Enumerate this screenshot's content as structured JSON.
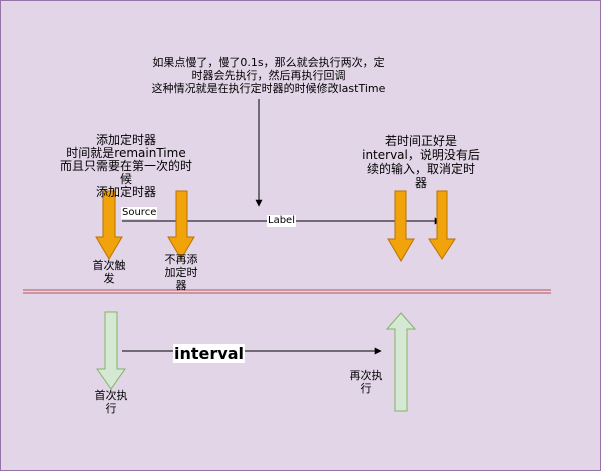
{
  "diagram": {
    "top_note": "如果点慢了，慢了0.1s，那么就会执行两次，定\n时器会先执行，然后再执行回调\n这种情况就是在执行定时器的时候修改lastTime",
    "left_note": "添加定时器\n时间就是remainTime\n而且只需要在第一次的时候\n添加定时器",
    "right_note": "若时间正好是\ninterval，说明没有后\n续的输入，取消定时\n器",
    "source_label": "Source",
    "label_label": "Label",
    "first_trigger": "首次触\n发",
    "no_more_add": "不再添\n加定时\n器",
    "interval_label": "interval",
    "first_exec": "首次执\n行",
    "again_exec": "再次执\n行",
    "colors": {
      "background": "#e1d5e7",
      "frame_border": "#9673a6",
      "orange_arrow_fill": "#f0a30a",
      "orange_arrow_stroke": "#bd7000",
      "green_arrow_fill": "#d5e8d4",
      "green_arrow_stroke": "#82b366",
      "divider": "#b85450"
    }
  }
}
